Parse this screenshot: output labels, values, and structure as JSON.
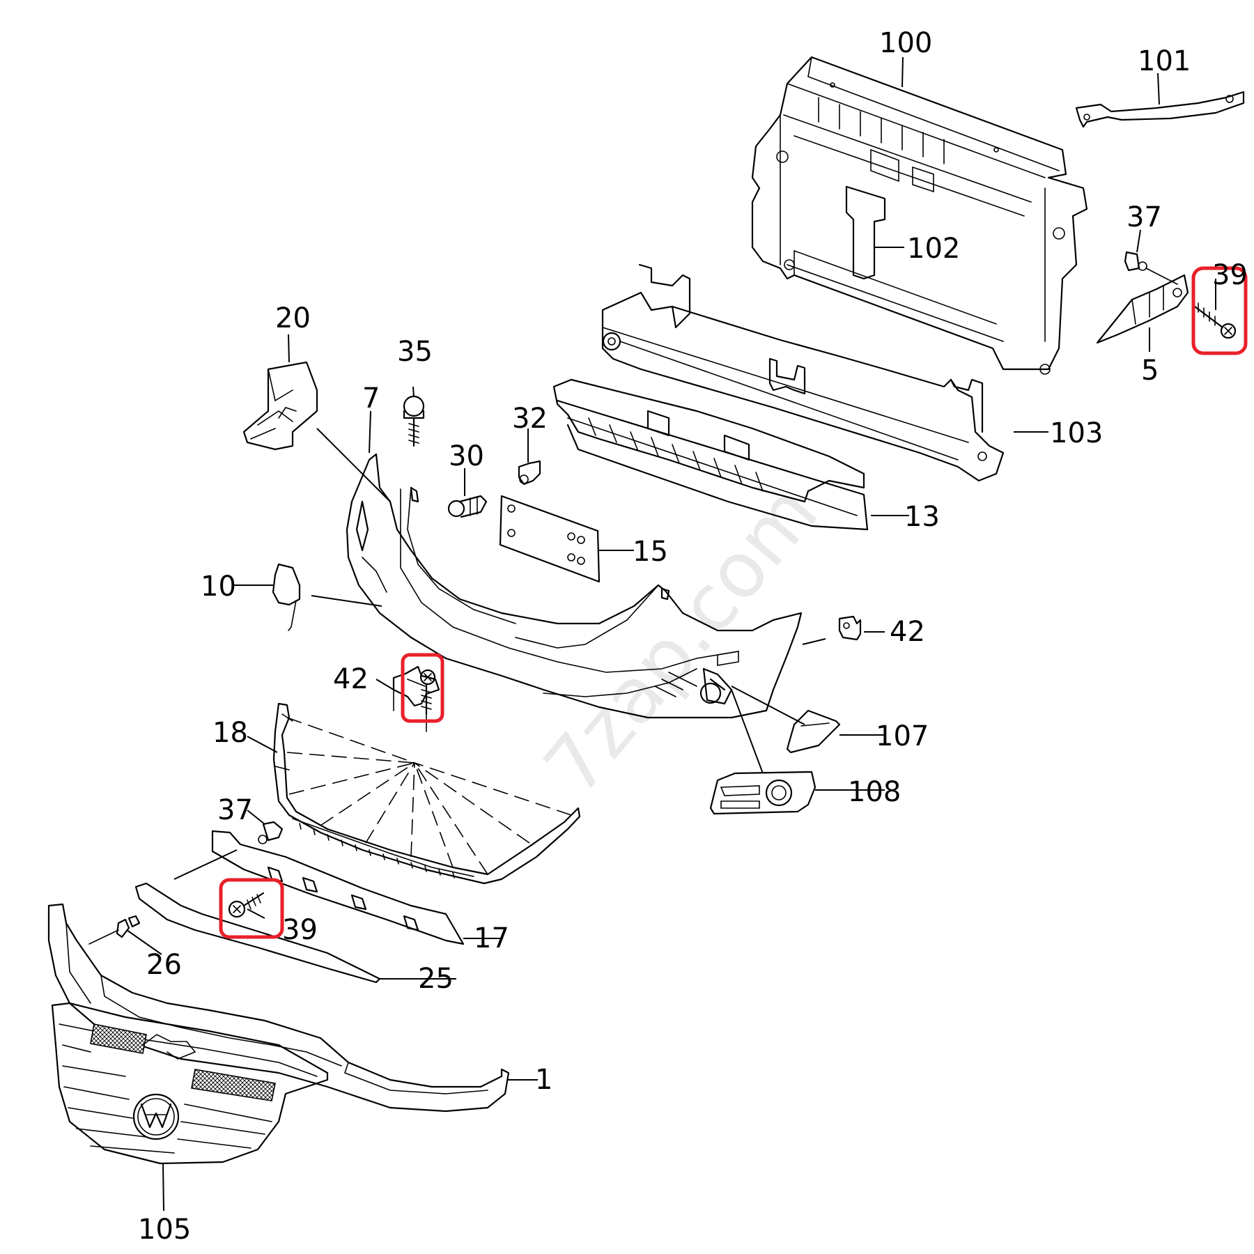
{
  "watermark_text": "7zap.com",
  "highlight_color": "#e8202a",
  "labels": {
    "p100": "100",
    "p101": "101",
    "p102": "102",
    "p103": "103",
    "p37_top": "37",
    "p39_top": "39",
    "p5": "5",
    "p20": "20",
    "p35": "35",
    "p7": "7",
    "p32": "32",
    "p30": "30",
    "p13": "13",
    "p15": "15",
    "p10": "10",
    "p42_right": "42",
    "p42_left": "42",
    "p18": "18",
    "p107": "107",
    "p108": "108",
    "p37_bottom": "37",
    "p39_bottom": "39",
    "p17": "17",
    "p26": "26",
    "p25": "25",
    "p1": "1",
    "p105": "105"
  }
}
